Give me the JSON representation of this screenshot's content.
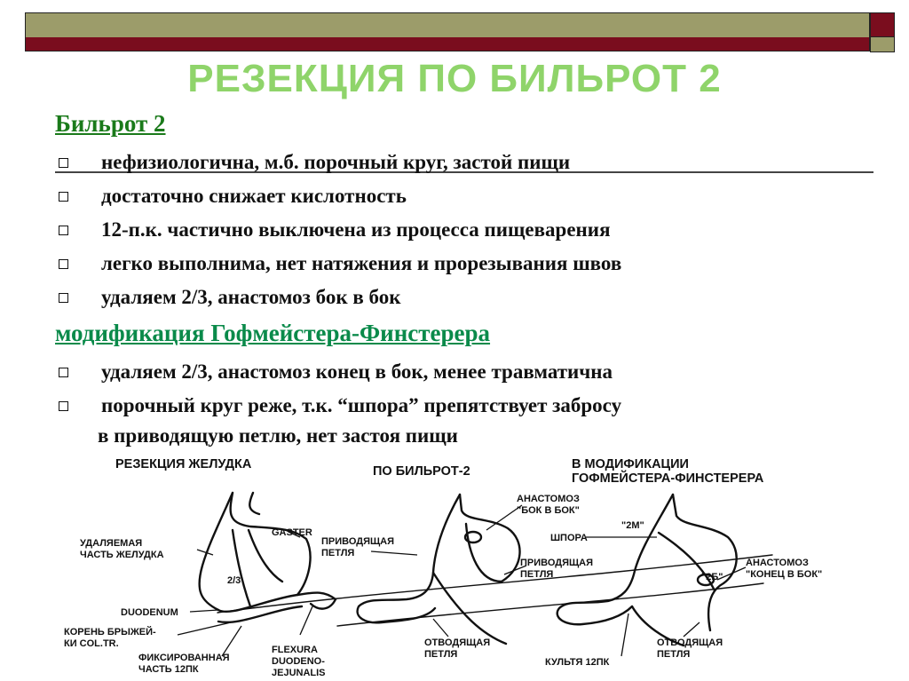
{
  "title": "РЕЗЕКЦИЯ ПО БИЛЬРОТ 2",
  "section1": {
    "heading": "Бильрот 2",
    "items": [
      "нефизиологична, м.б. порочный круг, застой пищи",
      "достаточно снижает кислотность",
      "12-п.к. частично выключена из процесса пищеварения",
      "легко выполнима, нет натяжения и прорезывания швов",
      "удаляем 2/3, анастомоз бок в бок"
    ]
  },
  "section2": {
    "heading": "модификация Гофмейстера-Финстерера",
    "items": [
      "удаляем 2/3, анастомоз конец в бок, менее травматична",
      "порочный круг реже, т.к. “шпора” препятствует забросу"
    ],
    "continuation": "в приводящую петлю, нет застоя пищи"
  },
  "diagram": {
    "headers": {
      "left": "РЕЗЕКЦИЯ ЖЕЛУДКА",
      "middle": "ПО БИЛЬРОТ-2",
      "right_line1": "В МОДИФИКАЦИИ",
      "right_line2": "ГОФМЕЙСТЕРА-ФИНСТЕРЕРА"
    },
    "labels": {
      "removed_line1": "УДАЛЯЕМАЯ",
      "removed_line2": "ЧАСТЬ ЖЕЛУДКА",
      "gaster": "GASTER",
      "fraction": "2/3",
      "duodenum": "DUODENUM",
      "root_line1": "КОРЕНЬ БРЫЖЕЙ-",
      "root_line2": "КИ COL.TR.",
      "fixed_line1": "ФИКСИРОВАННАЯ",
      "fixed_line2": "ЧАСТЬ 12ПК",
      "flexura_line1": "FLEXURA",
      "flexura_line2": "DUODENO-",
      "flexura_line3": "JEJUNALIS",
      "afferent_line1": "ПРИВОДЯЩАЯ",
      "afferent_line2": "ПЕТЛЯ",
      "anast_side_line1": "АНАСТОМОЗ",
      "anast_side_line2": "\"БОК В БОК\"",
      "afferent2_line1": "ПРИВОДЯЩАЯ",
      "afferent2_line2": "ПЕТЛЯ",
      "efferent_line1": "ОТВОДЯЩАЯ",
      "efferent_line2": "ПЕТЛЯ",
      "stump": "КУЛЬТЯ 12ПК",
      "mark_2m": "\"2М\"",
      "spur": "ШПОРА",
      "mark_2b": "\"2Б\"",
      "anast_end_line1": "АНАСТОМОЗ",
      "anast_end_line2": "\"КОНЕЦ В БОК\"",
      "efferent2_line1": "ОТВОДЯЩАЯ",
      "efferent2_line2": "ПЕТЛЯ"
    }
  }
}
